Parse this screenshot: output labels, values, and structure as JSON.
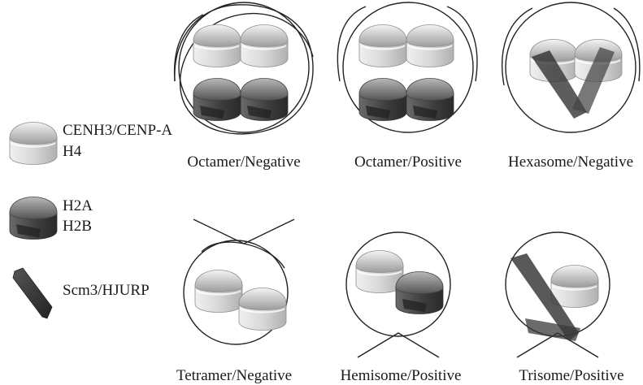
{
  "legend": {
    "cenh3_h4": [
      "CENH3/CENP-A",
      "H4"
    ],
    "h2a_h2b": [
      "H2A",
      "H2B"
    ],
    "scm3": "Scm3/HJURP"
  },
  "panels": [
    {
      "caption": "Octamer/Negative"
    },
    {
      "caption": "Octamer/Positive"
    },
    {
      "caption": "Hexasome/Negative"
    },
    {
      "caption": "Tetramer/Negative"
    },
    {
      "caption": "Hemisome/Positive"
    },
    {
      "caption": "Trisome/Positive"
    }
  ],
  "colors": {
    "cenh3_light": "#e4e4e4",
    "cenh3_mid": "#a9a9a9",
    "h2a_dark": "#4a4a4a",
    "h2a_mid": "#8a8a8a",
    "scm3": "#3a3a3a",
    "line": "#222222"
  }
}
